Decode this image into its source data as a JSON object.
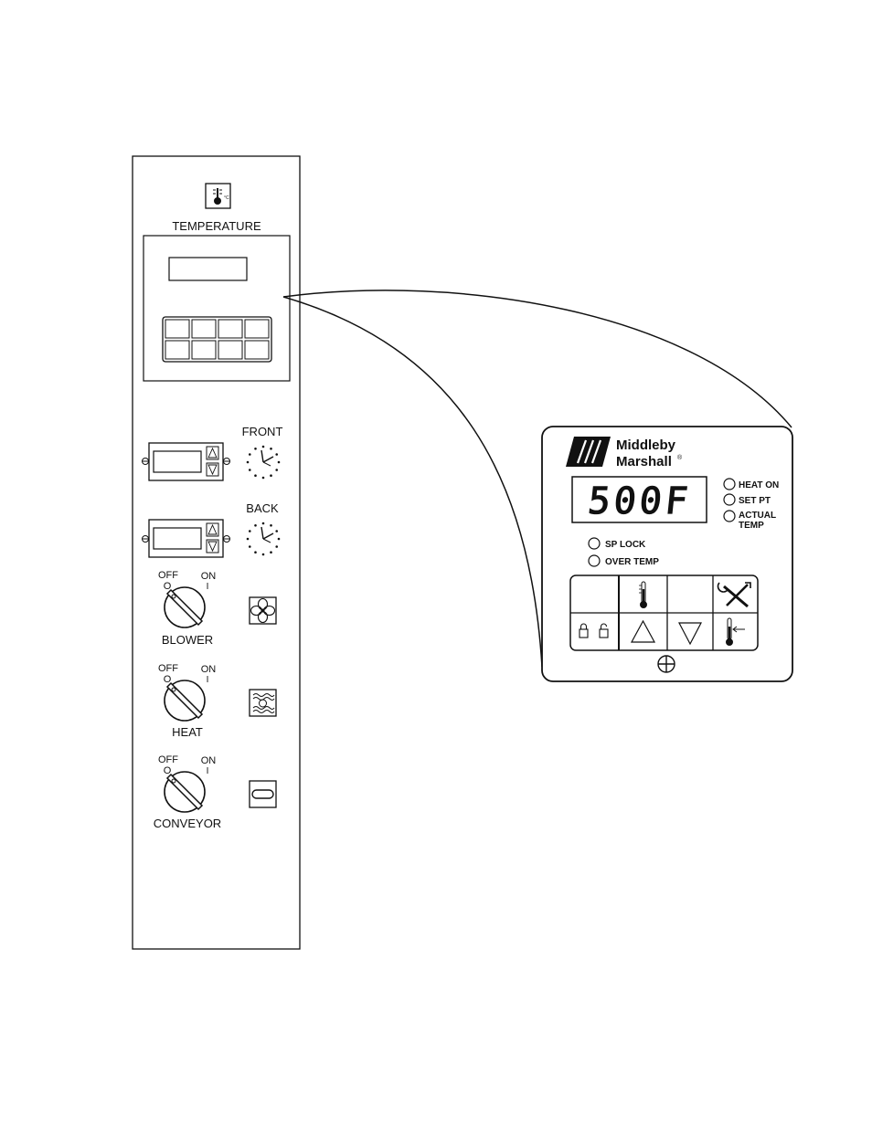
{
  "panel": {
    "temperature_label": "TEMPERATURE",
    "front_label": "FRONT",
    "back_label": "BACK",
    "switches": [
      {
        "name": "blower",
        "label": "BLOWER",
        "off_label": "OFF",
        "on_label": "ON",
        "off_symbol": "O",
        "on_symbol": "I"
      },
      {
        "name": "heat",
        "label": "HEAT",
        "off_label": "OFF",
        "on_label": "ON",
        "off_symbol": "O",
        "on_symbol": "I"
      },
      {
        "name": "conveyor",
        "label": "CONVEYOR",
        "off_label": "OFF",
        "on_label": "ON",
        "off_symbol": "O",
        "on_symbol": "I"
      }
    ]
  },
  "controller": {
    "brand_line1": "Middleby",
    "brand_line2": "Marshall",
    "brand_mark": "®",
    "display_value": "500F",
    "indicators": {
      "heat_on": "HEAT ON",
      "set_pt": "SET PT",
      "actual_temp_line1": "ACTUAL",
      "actual_temp_line2": "TEMP",
      "sp_lock": "SP LOCK",
      "over_temp": "OVER TEMP"
    }
  },
  "icons": {
    "thermometer": "thermometer-icon",
    "fan": "fan-icon",
    "heat": "heat-icon",
    "conveyor": "conveyor-icon",
    "clock": "clock-icon",
    "lock": "lock-icon",
    "unlock": "unlock-icon",
    "up": "up-arrow-icon",
    "down": "down-arrow-icon",
    "tools": "tools-icon",
    "reset": "plus-circle-icon"
  }
}
